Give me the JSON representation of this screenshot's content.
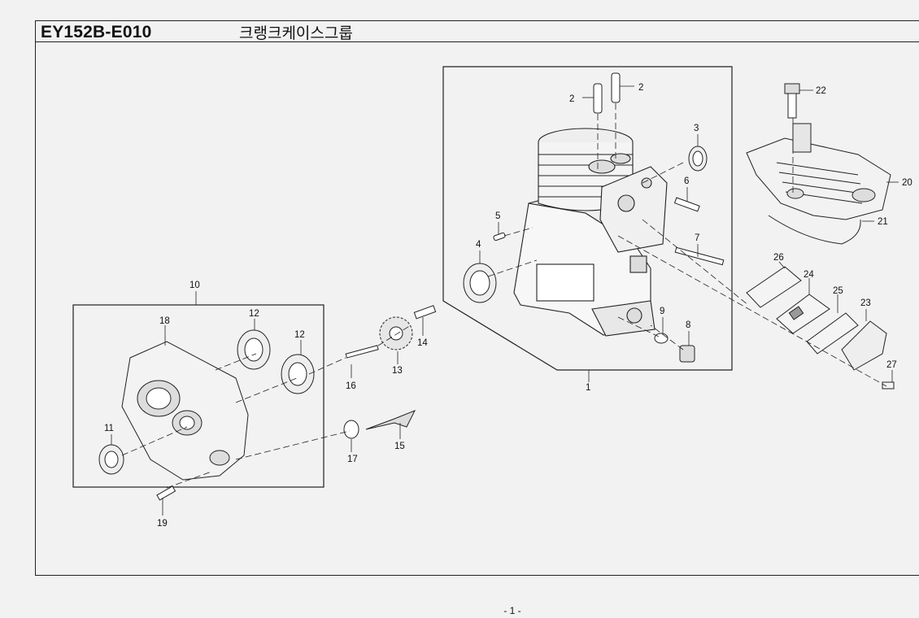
{
  "header": {
    "code": "EY152B-E010",
    "title": "크랭크케이스그룹"
  },
  "footer": {
    "page": "- 1 -"
  },
  "callouts": {
    "n1": "1",
    "n2a": "2",
    "n2b": "2",
    "n3": "3",
    "n4": "4",
    "n5": "5",
    "n6": "6",
    "n7": "7",
    "n8": "8",
    "n9": "9",
    "n10": "10",
    "n11": "11",
    "n12a": "12",
    "n12b": "12",
    "n13": "13",
    "n14": "14",
    "n15": "15",
    "n16": "16",
    "n17": "17",
    "n18": "18",
    "n19": "19",
    "n20": "20",
    "n21": "21",
    "n22": "22",
    "n23": "23",
    "n24": "24",
    "n25": "25",
    "n26": "26",
    "n27": "27"
  }
}
